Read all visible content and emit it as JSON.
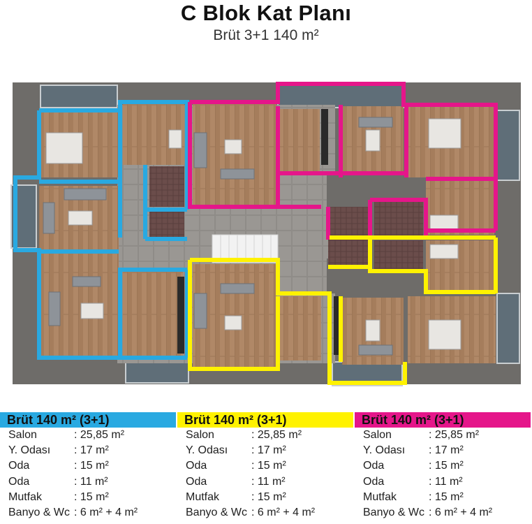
{
  "title": "C Blok Kat Planı",
  "subtitle": "Brüt 3+1 140 m²",
  "colors": {
    "blue": "#29a9e1",
    "yellow": "#fff200",
    "magenta": "#e5168a",
    "floor": "#b0896a",
    "corridor": "#8c8a87",
    "balcony": "#5f6e78"
  },
  "units": [
    {
      "color": "blue",
      "header": "Brüt 140 m² (3+1)",
      "rows": [
        {
          "label": "Salon",
          "value": ": 25,85 m²"
        },
        {
          "label": "Y. Odası",
          "value": ": 17 m²"
        },
        {
          "label": "Oda",
          "value": ": 15 m²"
        },
        {
          "label": "Oda",
          "value": ": 11 m²"
        },
        {
          "label": "Mutfak",
          "value": ": 15 m²"
        },
        {
          "label": "Banyo & Wc",
          "value": ": 6 m² + 4 m²"
        }
      ]
    },
    {
      "color": "yellow",
      "header": "Brüt 140 m² (3+1)",
      "rows": [
        {
          "label": "Salon",
          "value": ": 25,85 m²"
        },
        {
          "label": "Y. Odası",
          "value": ": 17 m²"
        },
        {
          "label": "Oda",
          "value": ": 15 m²"
        },
        {
          "label": "Oda",
          "value": ": 11 m²"
        },
        {
          "label": "Mutfak",
          "value": ": 15 m²"
        },
        {
          "label": "Banyo & Wc",
          "value": ": 6 m² + 4 m²"
        }
      ]
    },
    {
      "color": "magenta",
      "header": "Brüt 140 m² (3+1)",
      "rows": [
        {
          "label": "Salon",
          "value": ": 25,85 m²"
        },
        {
          "label": "Y. Odası",
          "value": ": 17 m²"
        },
        {
          "label": "Oda",
          "value": ": 15 m²"
        },
        {
          "label": "Oda",
          "value": ": 11 m²"
        },
        {
          "label": "Mutfak",
          "value": ": 15 m²"
        },
        {
          "label": "Banyo & Wc",
          "value": ": 6 m² + 4 m²"
        }
      ]
    }
  ]
}
